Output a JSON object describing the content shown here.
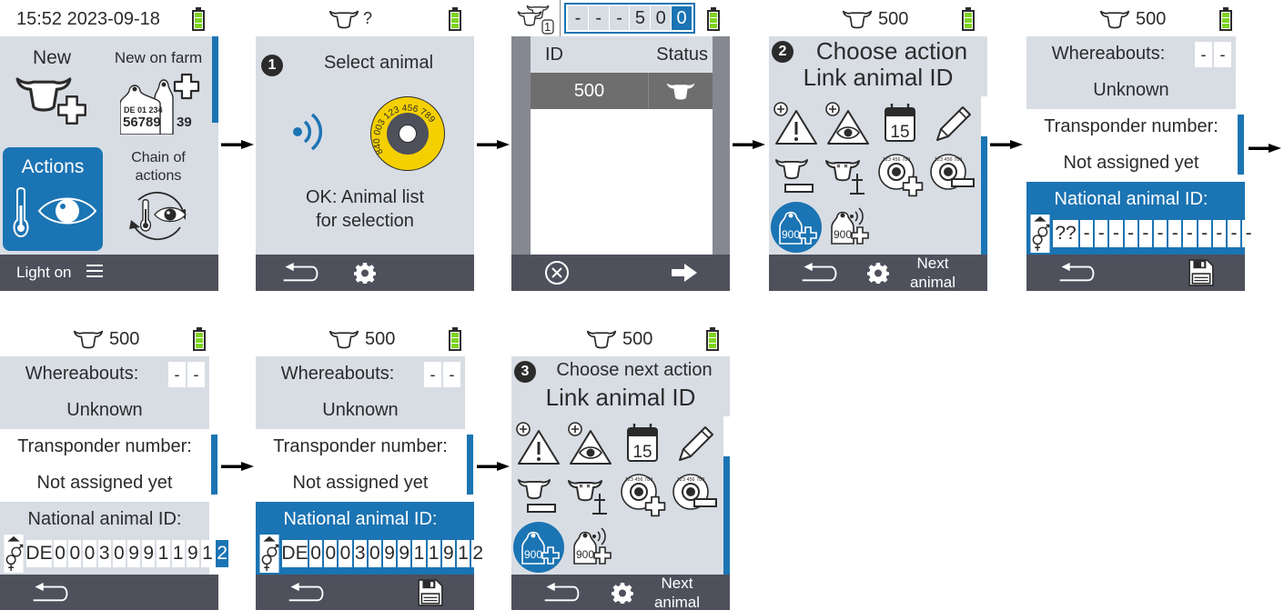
{
  "colors": {
    "accent": "#1b74b3",
    "panel_bg": "#d8dde4",
    "footer_bg": "#4e505c",
    "battery_green": "#7ed321",
    "tag_yellow": "#f5d000"
  },
  "flow_arrow_icon": "right-arrow-icon",
  "screens": [
    {
      "id": "home-menu",
      "status": {
        "datetime": "15:52 2023-09-18",
        "battery_icon": "battery-full-icon"
      },
      "menu": [
        {
          "label": "New",
          "icon": "cow-head-plus-icon"
        },
        {
          "label": "New on farm",
          "icon": "ear-tags-plus-icon",
          "tag_line1": "DE 01 234",
          "tag_line2": "56789",
          "tag_back": "39"
        },
        {
          "label": "Actions",
          "icon": "thermometer-eye-icon",
          "selected": true
        },
        {
          "label": "Chain of\nactions",
          "label_line1": "Chain of",
          "label_line2": "actions",
          "icon": "cycle-thermometer-eye-icon"
        }
      ],
      "footer": {
        "left_label": "Light on",
        "right_icon": "hamburger-menu-icon"
      }
    },
    {
      "id": "select-animal",
      "status": {
        "animal": "?",
        "animal_icon": "cow-head-icon",
        "battery_icon": "battery-full-icon"
      },
      "step": "1",
      "title": "Select animal",
      "tag_number_ring": "840 003 123 456 789",
      "hint_line1": "OK: Animal list",
      "hint_line2": "for selection",
      "footer": {
        "back_icon": "back-arrow-icon",
        "settings_icon": "gear-icon"
      }
    },
    {
      "id": "animal-list",
      "status": {
        "herd_count": "1",
        "animal_icon": "herd-icon",
        "id_digits": [
          "-",
          "-",
          "-",
          "5",
          "0",
          "0"
        ],
        "selected_digit_index": 5,
        "battery_icon": "battery-full-icon"
      },
      "table": {
        "columns": [
          "ID",
          "Status"
        ],
        "rows": [
          {
            "id": "500",
            "status_icon": "cow-head-icon"
          }
        ]
      },
      "footer": {
        "cancel_icon": "cancel-circle-icon",
        "next_icon": "forward-arrow-icon"
      }
    },
    {
      "id": "choose-action",
      "status": {
        "animal": "500",
        "animal_icon": "cow-head-icon",
        "battery_icon": "battery-full-icon"
      },
      "step": "2",
      "title_line1": "Choose action",
      "title_line2": "Link animal ID",
      "actions": [
        "add-warning-icon",
        "add-observation-icon",
        "calendar-icon",
        "pencil-icon",
        "remove-animal-icon",
        "dead-animal-icon",
        "add-transponder-icon",
        "remove-transponder-icon",
        "link-ear-tag-icon",
        "link-rfid-ear-tag-icon"
      ],
      "tag_number": "900",
      "calendar_day": "15",
      "selected_action_index": 8,
      "footer": {
        "back_icon": "back-arrow-icon",
        "settings_icon": "gear-icon",
        "next_line1": "Next",
        "next_line2": "animal"
      }
    },
    {
      "id": "link-id-empty",
      "status": {
        "animal": "500",
        "animal_icon": "cow-head-icon",
        "battery_icon": "battery-full-icon"
      },
      "whereabouts_label": "Whereabouts:",
      "whereabouts_cells": [
        "-",
        "-"
      ],
      "whereabouts_value": "Unknown",
      "transponder_label": "Transponder number:",
      "transponder_value": "Not assigned yet",
      "national_id_label": "National animal ID:",
      "national_id_cells": [
        "??",
        "-",
        "-",
        "-",
        "-",
        "-",
        "-",
        "-",
        "-",
        "-",
        "-",
        "-",
        "-"
      ],
      "gender_icon": "gender-toggle-icon",
      "footer": {
        "back_icon": "back-arrow-icon",
        "save_icon": "save-disk-icon"
      }
    },
    {
      "id": "link-id-entering",
      "status": {
        "animal": "500",
        "animal_icon": "cow-head-icon",
        "battery_icon": "battery-full-icon"
      },
      "whereabouts_label": "Whereabouts:",
      "whereabouts_cells": [
        "-",
        "-"
      ],
      "whereabouts_value": "Unknown",
      "transponder_label": "Transponder number:",
      "transponder_value": "Not assigned yet",
      "national_id_label": "National animal ID:",
      "national_id_cells": [
        "DE",
        "0",
        "0",
        "0",
        "3",
        "0",
        "9",
        "9",
        "1",
        "1",
        "9",
        "1",
        "2"
      ],
      "cursor_index": 12,
      "gender_icon": "gender-toggle-icon",
      "footer": {
        "back_icon": "back-arrow-icon"
      }
    },
    {
      "id": "link-id-complete",
      "status": {
        "animal": "500",
        "animal_icon": "cow-head-icon",
        "battery_icon": "battery-full-icon"
      },
      "whereabouts_label": "Whereabouts:",
      "whereabouts_cells": [
        "-",
        "-"
      ],
      "whereabouts_value": "Unknown",
      "transponder_label": "Transponder number:",
      "transponder_value": "Not assigned yet",
      "national_id_label": "National animal ID:",
      "national_id_cells": [
        "DE",
        "0",
        "0",
        "0",
        "3",
        "0",
        "9",
        "9",
        "1",
        "1",
        "9",
        "1",
        "2"
      ],
      "gender_icon": "gender-toggle-icon",
      "footer": {
        "back_icon": "back-arrow-icon",
        "save_icon": "save-disk-icon"
      }
    },
    {
      "id": "choose-next-action",
      "status": {
        "animal": "500",
        "animal_icon": "cow-head-icon",
        "battery_icon": "battery-full-icon"
      },
      "step": "3",
      "title_line1": "Choose next action",
      "title_line2": "Link animal ID",
      "actions": [
        "add-warning-icon",
        "add-observation-icon",
        "calendar-icon",
        "pencil-icon",
        "remove-animal-icon",
        "dead-animal-icon",
        "add-transponder-icon",
        "remove-transponder-icon",
        "link-ear-tag-icon",
        "link-rfid-ear-tag-icon"
      ],
      "tag_number": "900",
      "calendar_day": "15",
      "selected_action_index": 8,
      "footer": {
        "back_icon": "back-arrow-icon",
        "settings_icon": "gear-icon",
        "next_line1": "Next",
        "next_line2": "animal"
      }
    }
  ]
}
